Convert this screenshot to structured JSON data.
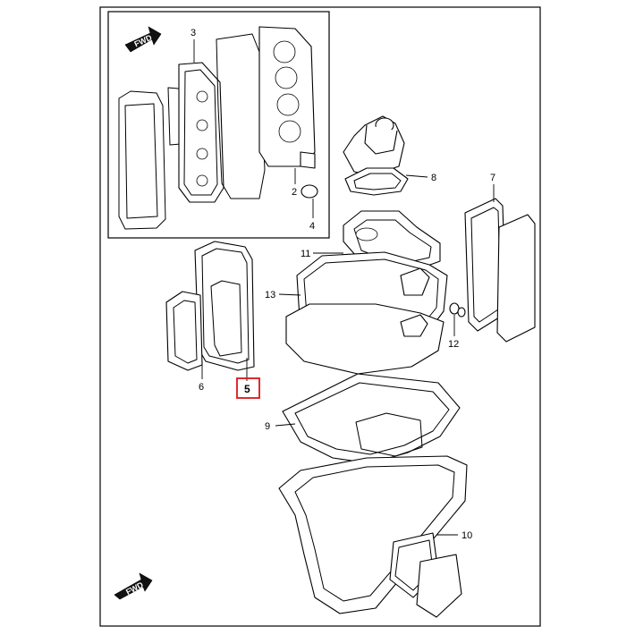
{
  "fwd_label": "FWD",
  "callouts": [
    {
      "id": "2",
      "label": "2"
    },
    {
      "id": "3",
      "label": "3"
    },
    {
      "id": "4",
      "label": "4"
    },
    {
      "id": "5",
      "label": "5",
      "highlighted": true
    },
    {
      "id": "6",
      "label": "6"
    },
    {
      "id": "7",
      "label": "7"
    },
    {
      "id": "8",
      "label": "8"
    },
    {
      "id": "9",
      "label": "9"
    },
    {
      "id": "10",
      "label": "10"
    },
    {
      "id": "11",
      "label": "11"
    },
    {
      "id": "12",
      "label": "12"
    },
    {
      "id": "13",
      "label": "13"
    }
  ],
  "colors": {
    "line": "#000000",
    "highlight": "#d9141b",
    "background": "#ffffff"
  }
}
